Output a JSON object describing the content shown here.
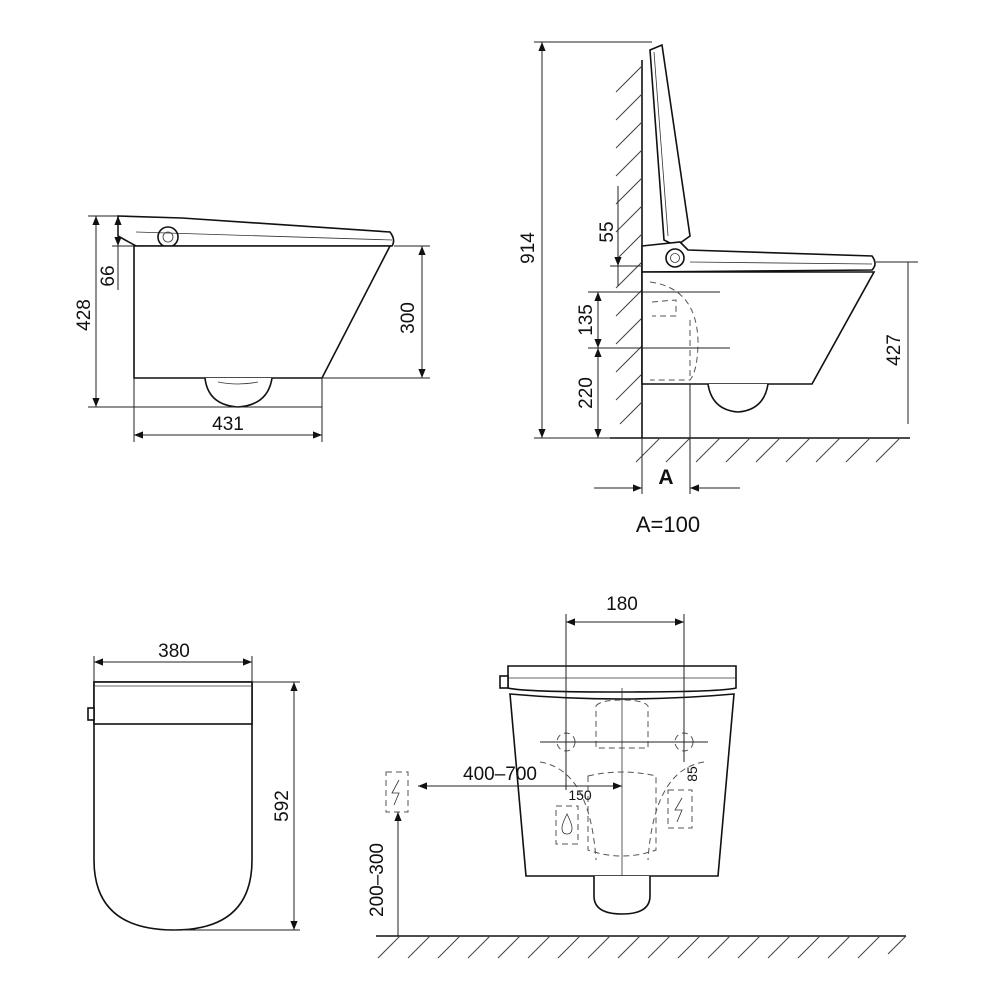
{
  "side_view": {
    "height_total": "428",
    "seat_thickness": "66",
    "bowl_height": "300",
    "depth": "431"
  },
  "installed_view": {
    "total_height": "914",
    "lid_offset": "55",
    "inlet_spacing": "135",
    "inlet_height": "220",
    "seat_height": "427",
    "wall_gap_label": "A",
    "wall_gap_value": "A=100"
  },
  "top_view": {
    "width": "380",
    "length": "592"
  },
  "front_view": {
    "bolt_spacing": "180",
    "bolt_offset": "85",
    "outlet_range": "400–700",
    "water_offset": "150",
    "socket_height": "200–300"
  },
  "icons": {
    "power": "power-socket-icon",
    "water": "water-drop-icon"
  }
}
